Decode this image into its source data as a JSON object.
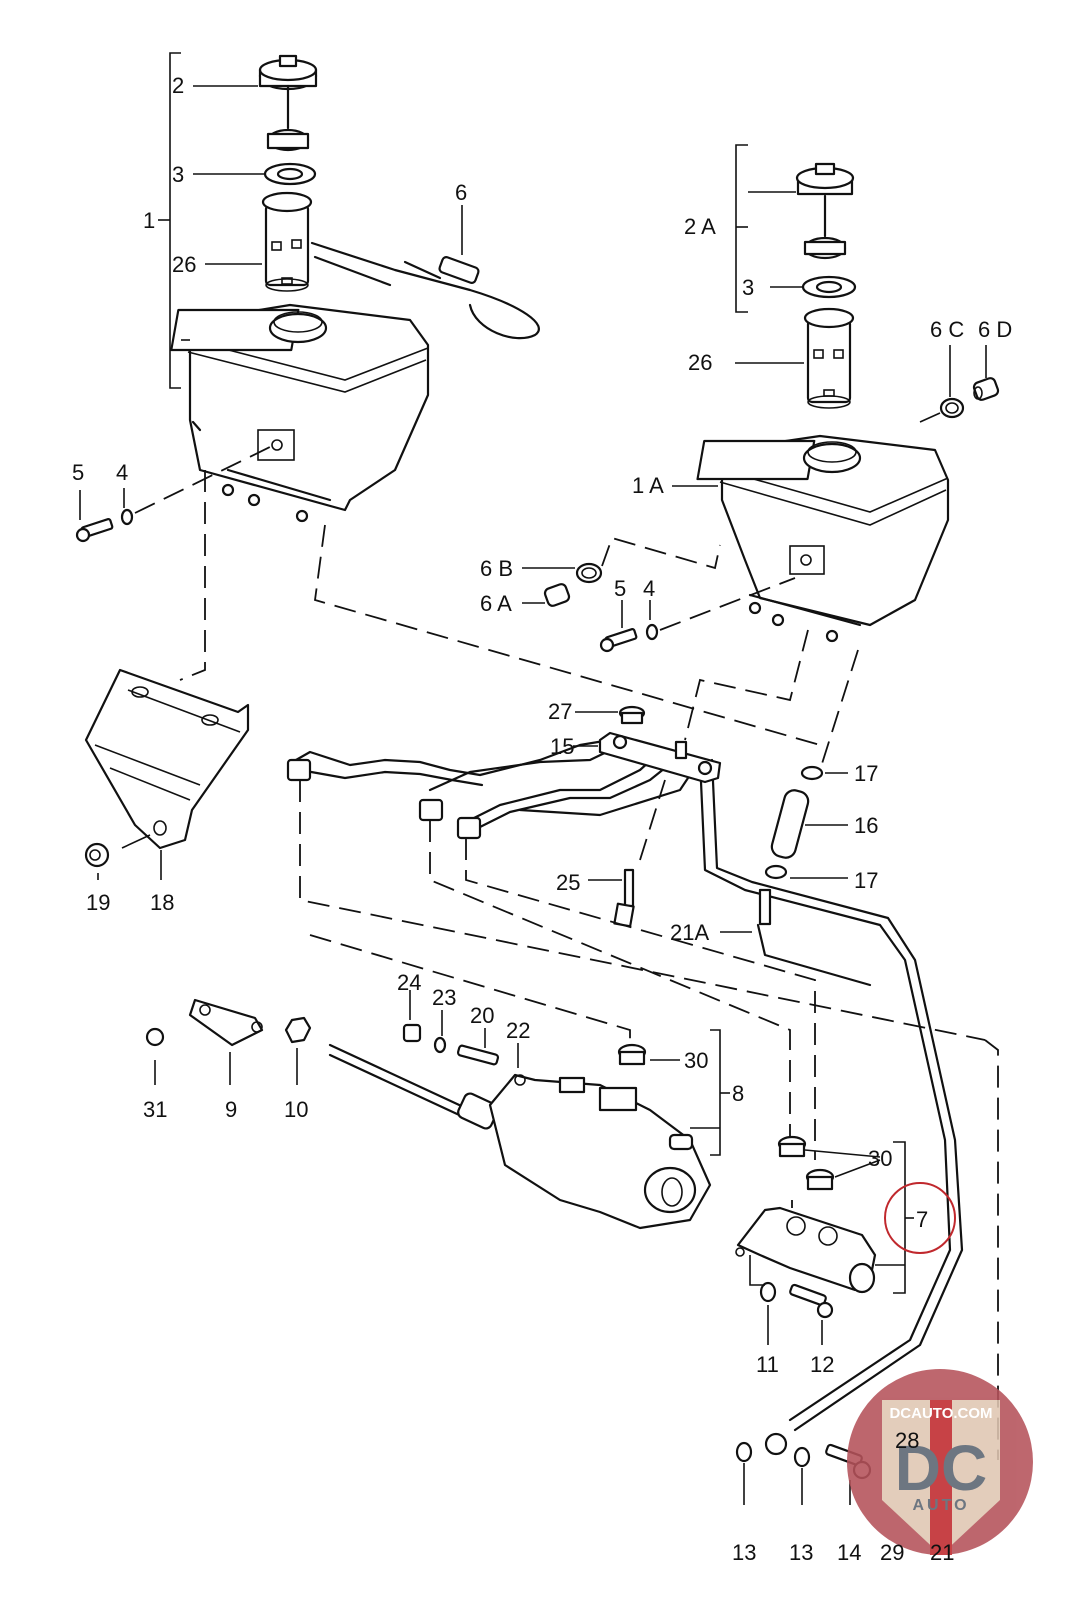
{
  "diagram": {
    "title": "Brake / Clutch Fluid Reservoir and Master Cylinder Exploded Parts Diagram",
    "labels": {
      "p1": "1",
      "p2": "2",
      "p3_left": "3",
      "p26_left": "26",
      "p6": "6",
      "p5_left": "5",
      "p4_left": "4",
      "p2A": "2 A",
      "p3_right": "3",
      "p26_right": "26",
      "p6C": "6 C",
      "p6D": "6 D",
      "p1A": "1 A",
      "p6B": "6 B",
      "p6A": "6 A",
      "p5_right": "5",
      "p4_right": "4",
      "p27": "27",
      "p15": "15",
      "p17_top": "17",
      "p16": "16",
      "p17_bottom": "17",
      "p25": "25",
      "p21A": "21A",
      "p19": "19",
      "p18": "18",
      "p24": "24",
      "p23": "23",
      "p20": "20",
      "p22": "22",
      "p30_upper": "30",
      "p8": "8",
      "p31": "31",
      "p9": "9",
      "p10": "10",
      "p30_lower": "30",
      "p7": "7",
      "p11": "11",
      "p12": "12",
      "p13_a": "13",
      "p13_b": "13",
      "p14": "14",
      "p28": "28",
      "p29": "29",
      "p21": "21"
    },
    "highlighted_part": "7",
    "highlight_color": "#c0282d",
    "watermark": {
      "url_text": "DCAUTO.COM",
      "logo_letters": "DC",
      "logo_sub": "AUTO",
      "badge_color": "#b5525a",
      "shield_color": "#e8dcc2",
      "letter_color": "#5a6470",
      "stripe_color": "#c0282d"
    }
  }
}
